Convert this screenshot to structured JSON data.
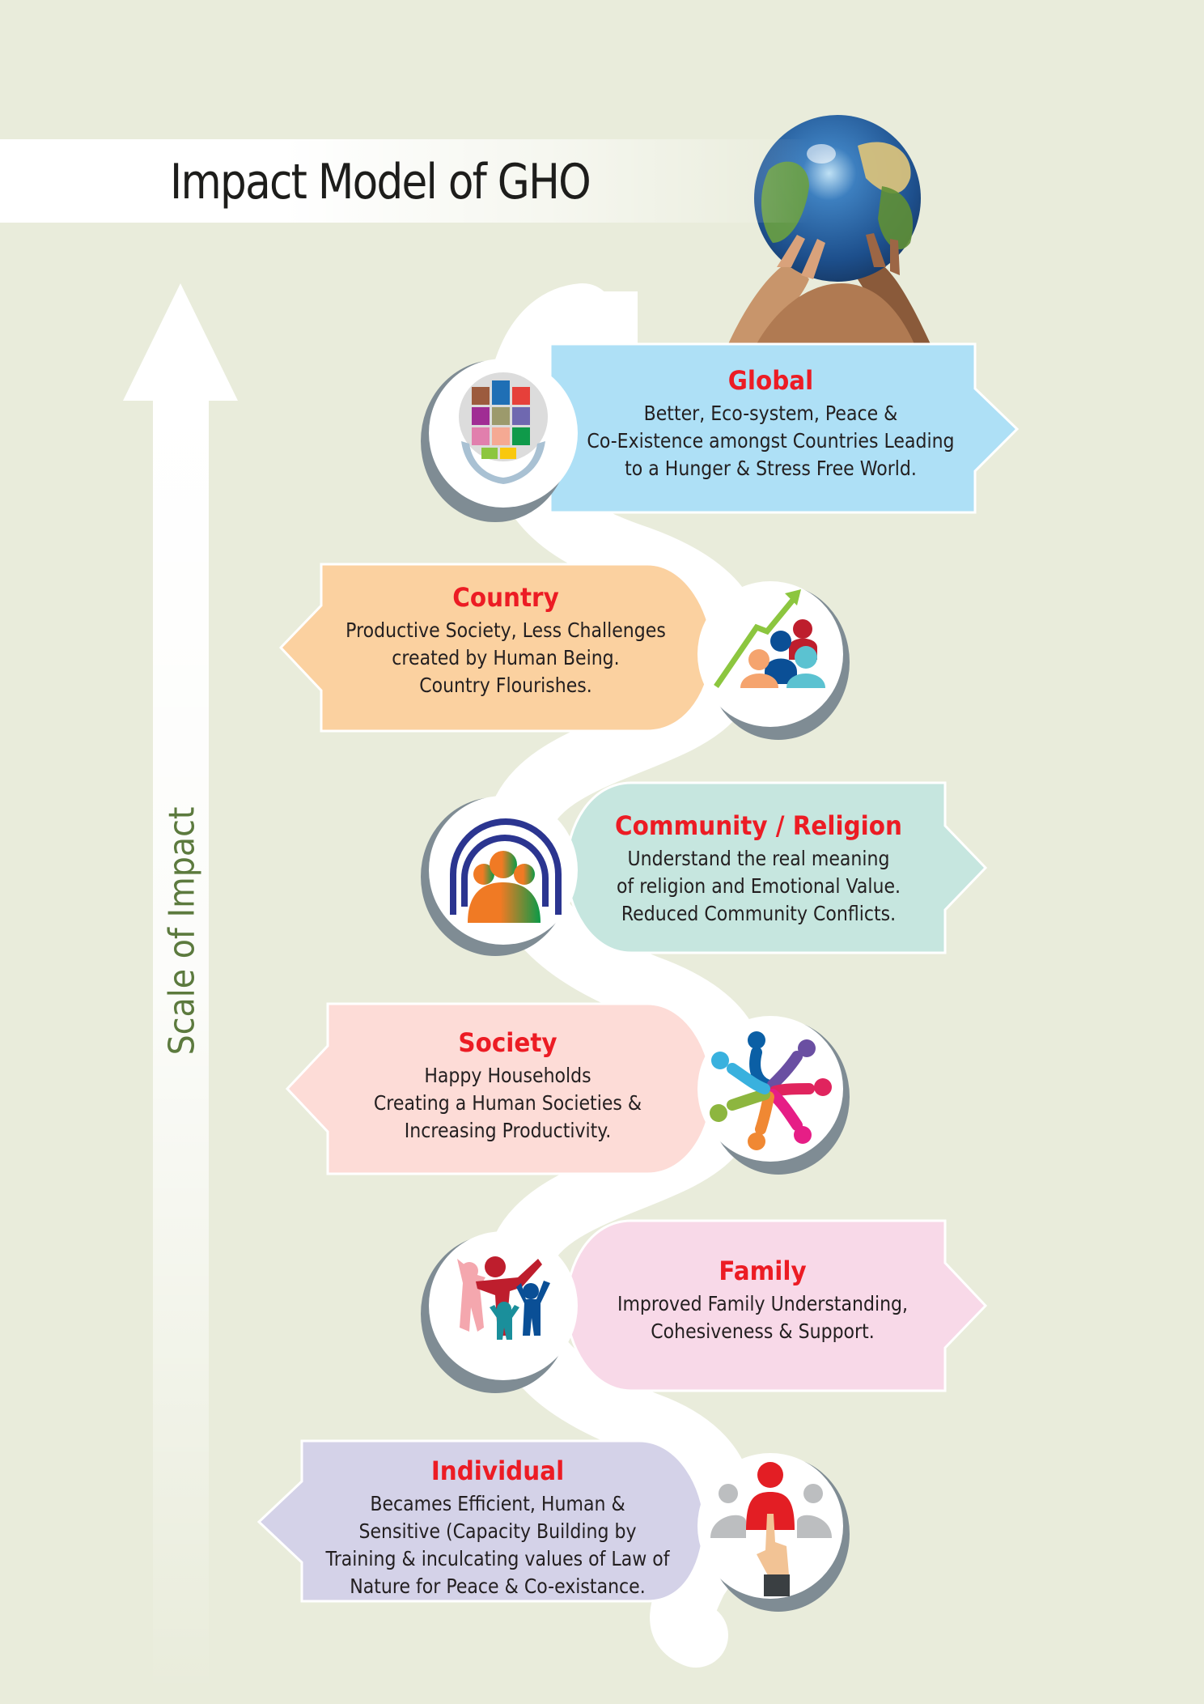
{
  "page": {
    "title": "Impact Model of GHO",
    "axis_label": "Scale of Impact",
    "background_color": "#e9ecdb",
    "heading_color": "#ec1c24",
    "axis_label_color": "#5c7a3e"
  },
  "header_image": {
    "icon": "globe-held-by-hands-icon"
  },
  "levels": [
    {
      "title": "Global",
      "description": "Better, Eco-system, Peace &\nCo-Existence amongst Countries Leading\nto a Hunger & Stress Free World.",
      "icon": "globe-in-hands-icon",
      "color": "#aee0f6",
      "side": "right"
    },
    {
      "title": "Country",
      "description": "Productive Society, Less Challenges\ncreated by Human Being.\nCountry Flourishes.",
      "icon": "growth-people-icon",
      "color": "#fbd1a0",
      "side": "left"
    },
    {
      "title": "Community / Religion",
      "description": "Understand the real meaning\nof religion and Emotional Value.\nReduced Community Conflicts.",
      "icon": "community-arch-icon",
      "color": "#c6e6df",
      "side": "right"
    },
    {
      "title": "Society",
      "description": "Happy Households\nCreating a Human Societies &\nIncreasing Productivity.",
      "icon": "people-circle-icon",
      "color": "#fddcd7",
      "side": "left"
    },
    {
      "title": "Family",
      "description": "Improved Family Understanding,\nCohesiveness & Support.",
      "icon": "family-icon",
      "color": "#f8d9e8",
      "side": "right"
    },
    {
      "title": "Individual",
      "description": "Becames Efficient, Human &\nSensitive (Capacity Building by\nTraining & inculcating values of Law of\nNature for Peace & Co-existance.",
      "icon": "individual-selected-icon",
      "color": "#d4d2e8",
      "side": "left"
    }
  ]
}
